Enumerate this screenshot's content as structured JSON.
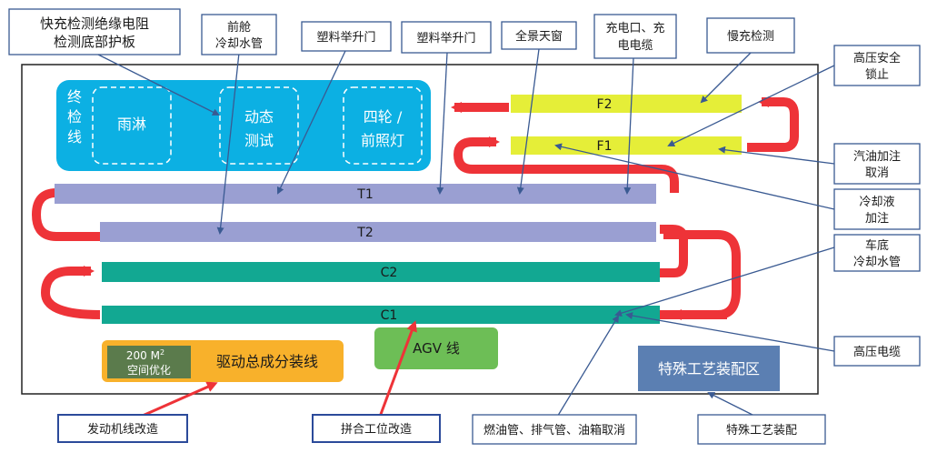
{
  "colors": {
    "blue_zone": "#0cb0e3",
    "yellow_line": "#e5ee38",
    "purple_line": "#9a9fd2",
    "teal_line": "#12a892",
    "red_arrow": "#ee3338",
    "orange_box": "#f8b12b",
    "green_box": "#6dbe56",
    "dark_green": "#5b7b4c",
    "steel_box": "#5b7fb2",
    "callout_border": "#3a5a92"
  },
  "final_inspection": {
    "title": "终检线",
    "stations": [
      "雨淋",
      "动态测试",
      "四轮 / 前照灯"
    ]
  },
  "lines": {
    "f2": "F2",
    "f1": "F1",
    "t1": "T1",
    "t2": "T2",
    "c2": "C2",
    "c1": "C1"
  },
  "drive_line": {
    "badge_base": "200 M",
    "badge_sup": "2",
    "badge_sub": "空间优化",
    "label": "驱动总成分装线"
  },
  "agv_line": {
    "label": "AGV 线"
  },
  "special_area": {
    "label": "特殊工艺装配区"
  },
  "callouts": {
    "fast_charge": {
      "line1": "快充检测绝缘电阻",
      "line2": "检测底部护板"
    },
    "front_cabin": {
      "line1": "前舱",
      "line2": "冷却水管"
    },
    "plastic_door_1": "塑料举升门",
    "plastic_door_2": "塑料举升门",
    "panorama": "全景天窗",
    "charge_port": {
      "line1": "充电口、充",
      "line2": "电电缆"
    },
    "slow_charge": "慢充检测",
    "hv_lock": {
      "line1": "高压安全",
      "line2": "锁止"
    },
    "gas_fill": {
      "line1": "汽油加注",
      "line2": "取消"
    },
    "coolant": {
      "line1": "冷却液",
      "line2": "加注"
    },
    "underbody": {
      "line1": "车底",
      "line2": "冷却水管"
    },
    "hv_cable": "高压电缆",
    "engine_line": "发动机线改造",
    "joining": "拼合工位改造",
    "fuel_pipe": "燃油管、排气管、油箱取消",
    "special_assy": "特殊工艺装配"
  }
}
